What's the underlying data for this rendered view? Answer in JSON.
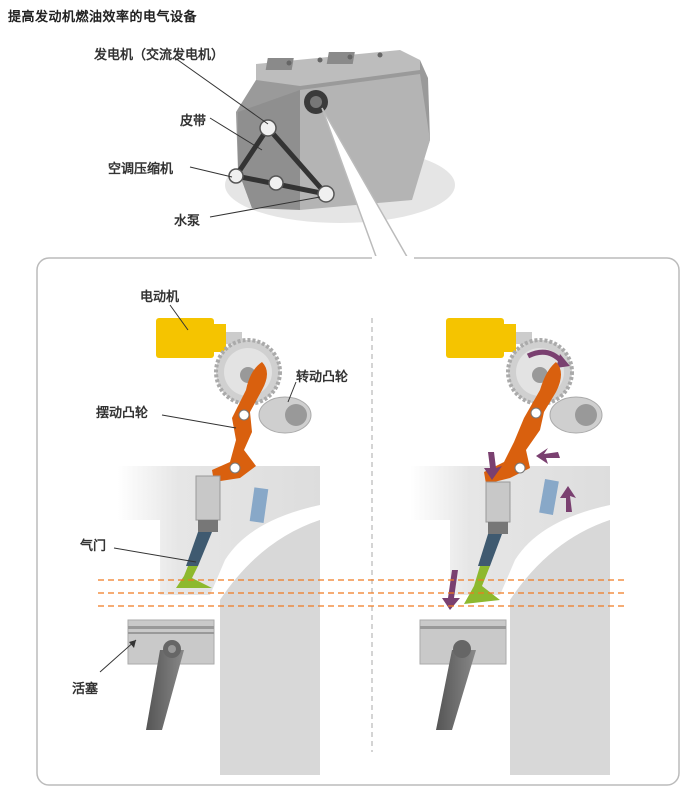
{
  "page_title": "提高发动机燃油效率的电气设备",
  "labels": {
    "alternator": "发电机（交流发电机）",
    "belt": "皮带",
    "ac_compressor": "空调压缩机",
    "water_pump": "水泵",
    "electric_motor": "电动机",
    "rotary_cam": "转动凸轮",
    "rocker_cam": "摆动凸轮",
    "valve": "气门",
    "piston": "活塞"
  },
  "colors": {
    "motor_yellow": "#F5C400",
    "cam_orange": "#D9600E",
    "valve_green": "#8DB92E",
    "spring_gray": "#C8C8C8",
    "arrow_purple": "#7A4070",
    "dashed_orange": "#F07A20",
    "panel_border": "#BBBBBB"
  }
}
